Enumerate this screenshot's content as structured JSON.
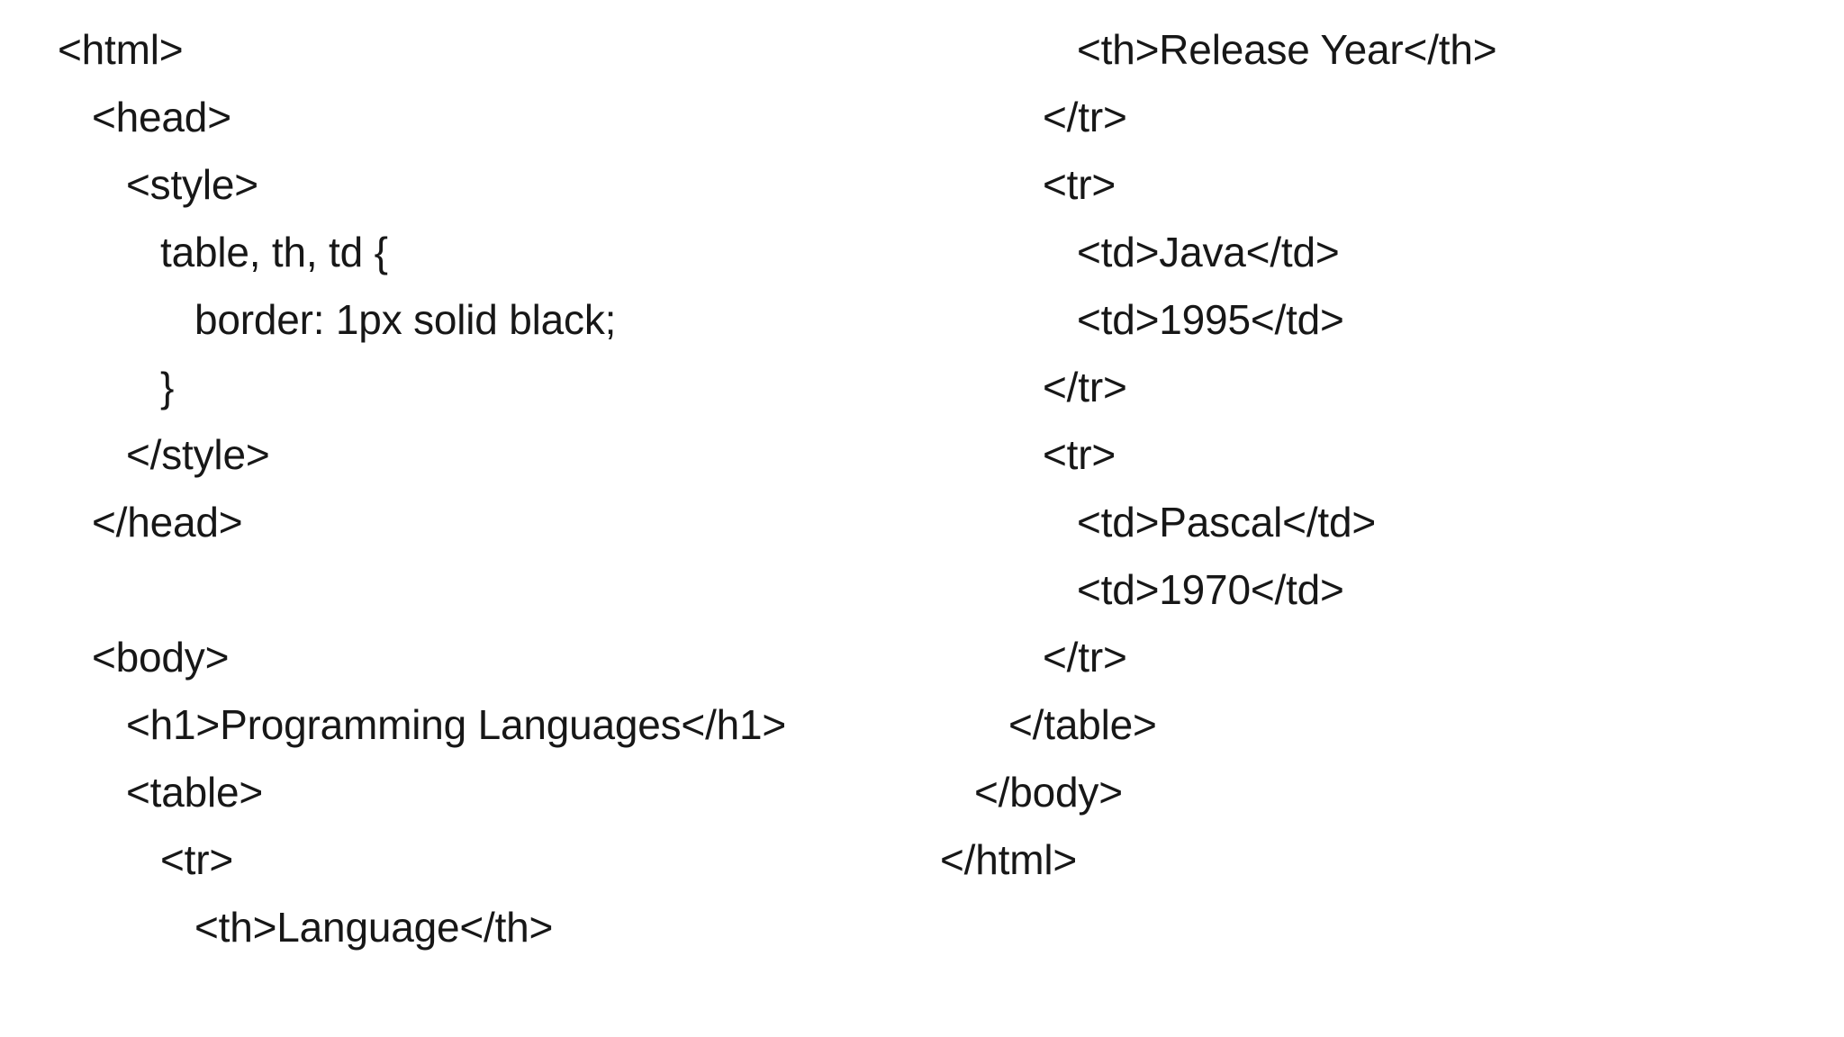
{
  "document": {
    "type": "code-listing",
    "language": "html",
    "background_color": "#ffffff",
    "text_color": "#171717",
    "columns": [
      {
        "name": "left-column",
        "lines": [
          {
            "text": "<html>",
            "indent": 1
          },
          {
            "text": "<head>",
            "indent": 2
          },
          {
            "text": "<style>",
            "indent": 3
          },
          {
            "text": "table, th, td {",
            "indent": 4
          },
          {
            "text": "border: 1px solid black;",
            "indent": 5
          },
          {
            "text": "}",
            "indent": 4
          },
          {
            "text": "</style>",
            "indent": 3
          },
          {
            "text": "</head>",
            "indent": 2
          },
          {
            "text": "",
            "indent": 0
          },
          {
            "text": "<body>",
            "indent": 2
          },
          {
            "text": "<h1>Programming Languages</h1>",
            "indent": 3
          },
          {
            "text": "<table>",
            "indent": 3
          },
          {
            "text": "<tr>",
            "indent": 4
          },
          {
            "text": "<th>Language</th>",
            "indent": 5
          }
        ]
      },
      {
        "name": "right-column",
        "lines": [
          {
            "text": "<th>Release Year</th>",
            "indent": 5
          },
          {
            "text": "</tr>",
            "indent": 4
          },
          {
            "text": "<tr>",
            "indent": 4
          },
          {
            "text": "<td>Java</td>",
            "indent": 5
          },
          {
            "text": "<td>1995</td>",
            "indent": 5
          },
          {
            "text": "</tr>",
            "indent": 4
          },
          {
            "text": "<tr>",
            "indent": 4
          },
          {
            "text": "<td>Pascal</td>",
            "indent": 5
          },
          {
            "text": "<td>1970</td>",
            "indent": 5
          },
          {
            "text": "</tr>",
            "indent": 4
          },
          {
            "text": "</table>",
            "indent": 3
          },
          {
            "text": "</body>",
            "indent": 2
          },
          {
            "text": "</html>",
            "indent": 1
          }
        ]
      }
    ]
  },
  "code_content": {
    "heading_text": "Programming Languages",
    "table_headers": [
      "Language",
      "Release Year"
    ],
    "table_rows": [
      [
        "Java",
        "1995"
      ],
      [
        "Pascal",
        "1970"
      ]
    ],
    "css_rule_selector": "table, th, td",
    "css_rule_declaration": "border: 1px solid black;"
  }
}
